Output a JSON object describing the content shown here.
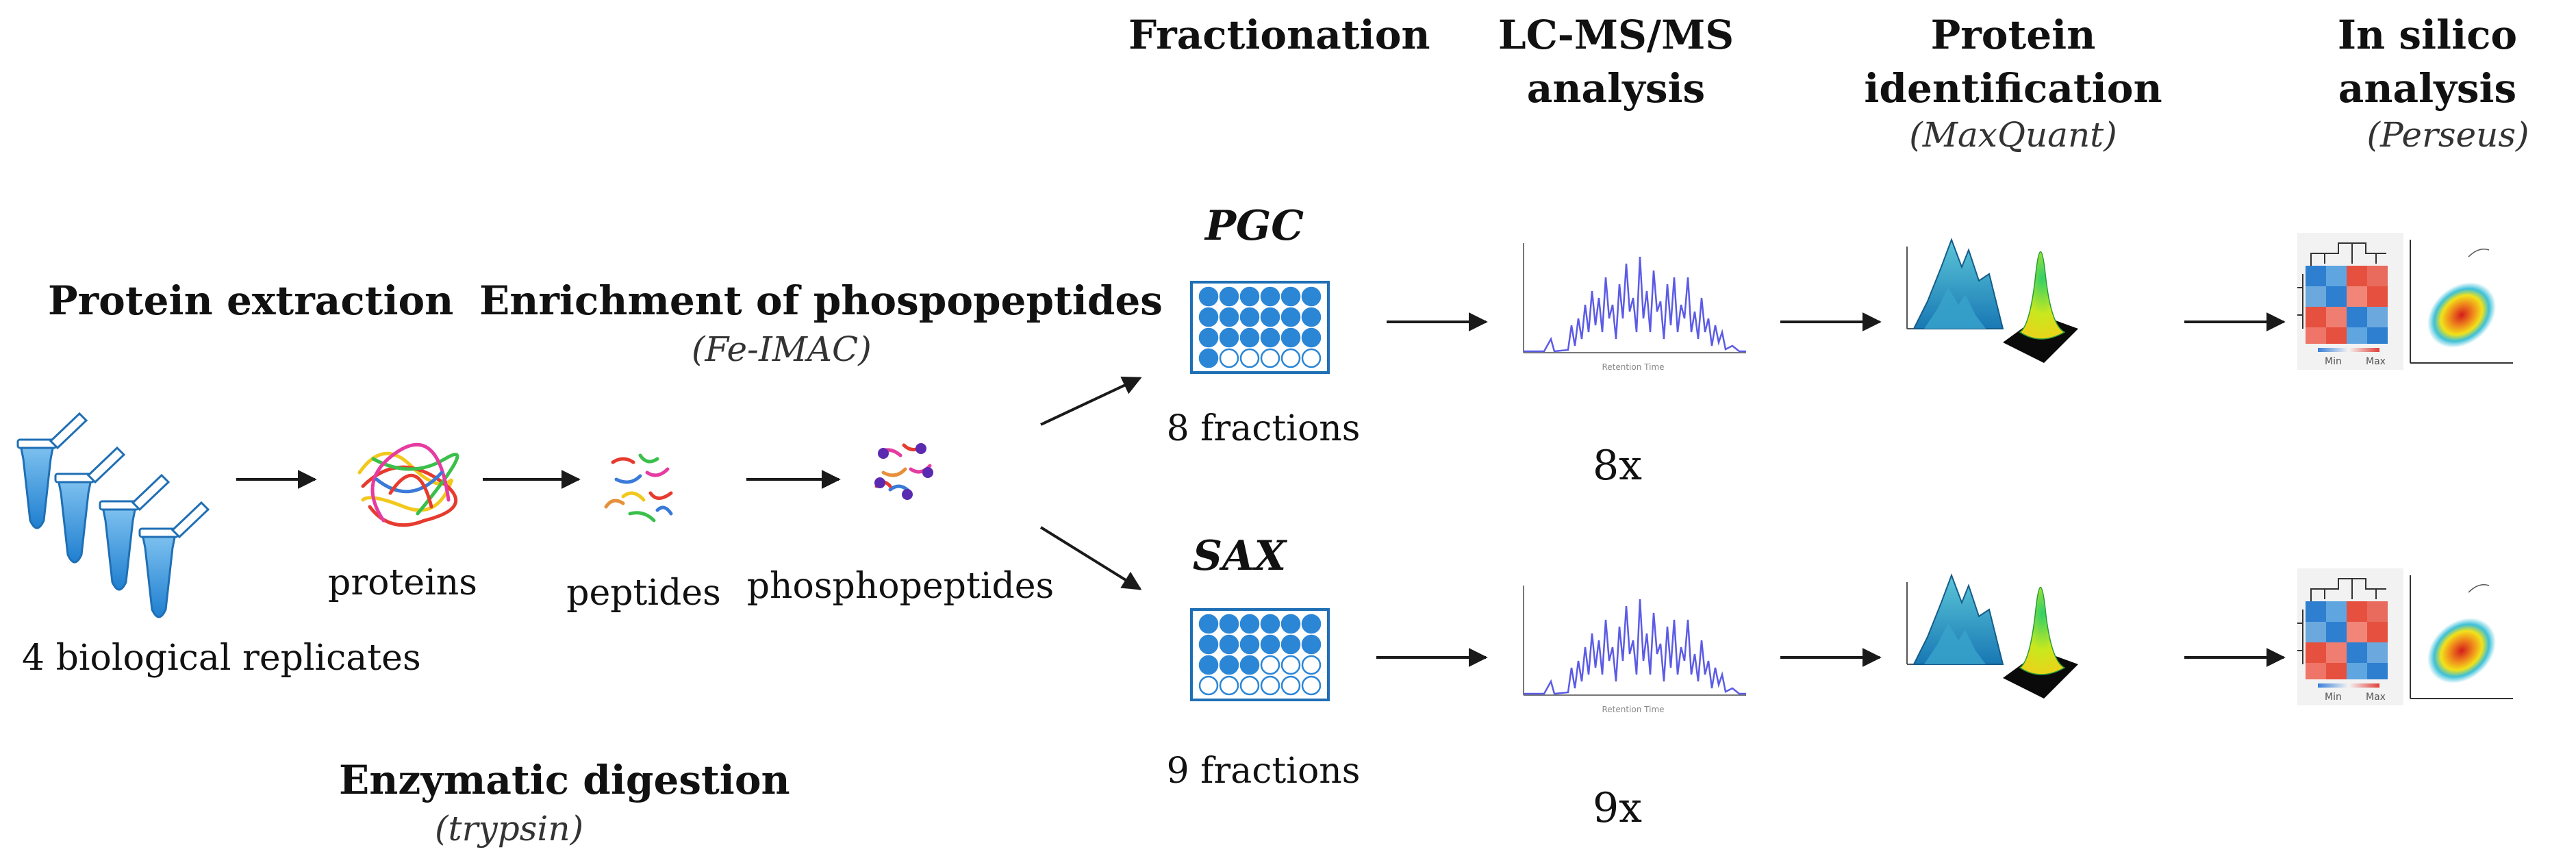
{
  "stages": {
    "protein_extraction": "Protein extraction",
    "enrichment": "Enrichment of phospopeptides",
    "enrichment_method": "(Fe-IMAC)",
    "digestion": "Enzymatic digestion",
    "digestion_method": "(trypsin)",
    "fractionation": "Fractionation",
    "lcms_line1": "LC-MS/MS",
    "lcms_line2": "analysis",
    "protein_id_line1": "Protein",
    "protein_id_line2": "identification",
    "protein_id_software": "(MaxQuant)",
    "insilico_line1": "In silico",
    "insilico_line2": "analysis",
    "insilico_software": "(Perseus)"
  },
  "samples": {
    "replicates": "4 biological  replicates",
    "proteins": "proteins",
    "peptides": "peptides",
    "phosphopeptides": "phosphopeptides"
  },
  "branches": {
    "pgc": {
      "name": "PGC",
      "fractions": "8 fractions",
      "runs": "8x"
    },
    "sax": {
      "name": "SAX",
      "fractions": "9 fractions",
      "runs": "9x"
    }
  },
  "heatmap_legend": {
    "min": "Min",
    "max": "Max"
  },
  "colors": {
    "tube": "#2e8fd6",
    "plate": "#2c86d6",
    "spectrum": "#5b5be6",
    "arrow": "#1a1a1a"
  }
}
